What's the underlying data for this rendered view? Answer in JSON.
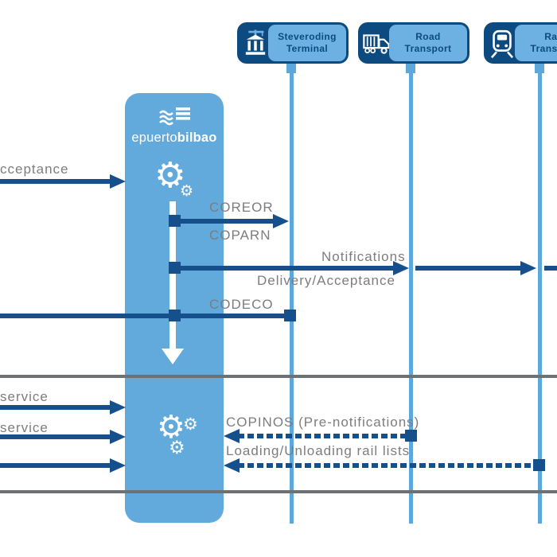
{
  "palette": {
    "hub_blue": "#62a9dc",
    "lane_blue": "#5ea7db",
    "plate_blue": "#6db1e2",
    "navy": "#0d4a7f",
    "arrow_blue": "#15508c",
    "label_gray": "#7d7d80",
    "separator_gray": "#6d7174",
    "white": "#ffffff"
  },
  "hub": {
    "logo_regular": "epuerto",
    "logo_bold": "bilbao",
    "icons": [
      "waves-bars-logo-icon",
      "gears-icon",
      "gears-cluster-icon"
    ]
  },
  "lanes": [
    {
      "id": "steveroding-terminal",
      "line1": "Steveroding",
      "line2": "Terminal",
      "icon": "terminal-building-crane-icon"
    },
    {
      "id": "road-transport",
      "line1": "Road",
      "line2": "Transport",
      "icon": "truck-icon"
    },
    {
      "id": "rail-transport",
      "line1": "Rail",
      "line2": "Transport",
      "icon": "train-icon"
    }
  ],
  "messages": {
    "acceptance_in": "cceptance",
    "coreor": "COREOR",
    "coparn": "COPARN",
    "notifications": "Notifications",
    "delivery_acceptance": "Delivery/Acceptance",
    "codeco": "CODECO",
    "service_1": "service",
    "service_2": "service",
    "copinos": "COPINOS (Pre-notifications)",
    "rail_lists": "Loading/Unloading rail lists"
  }
}
